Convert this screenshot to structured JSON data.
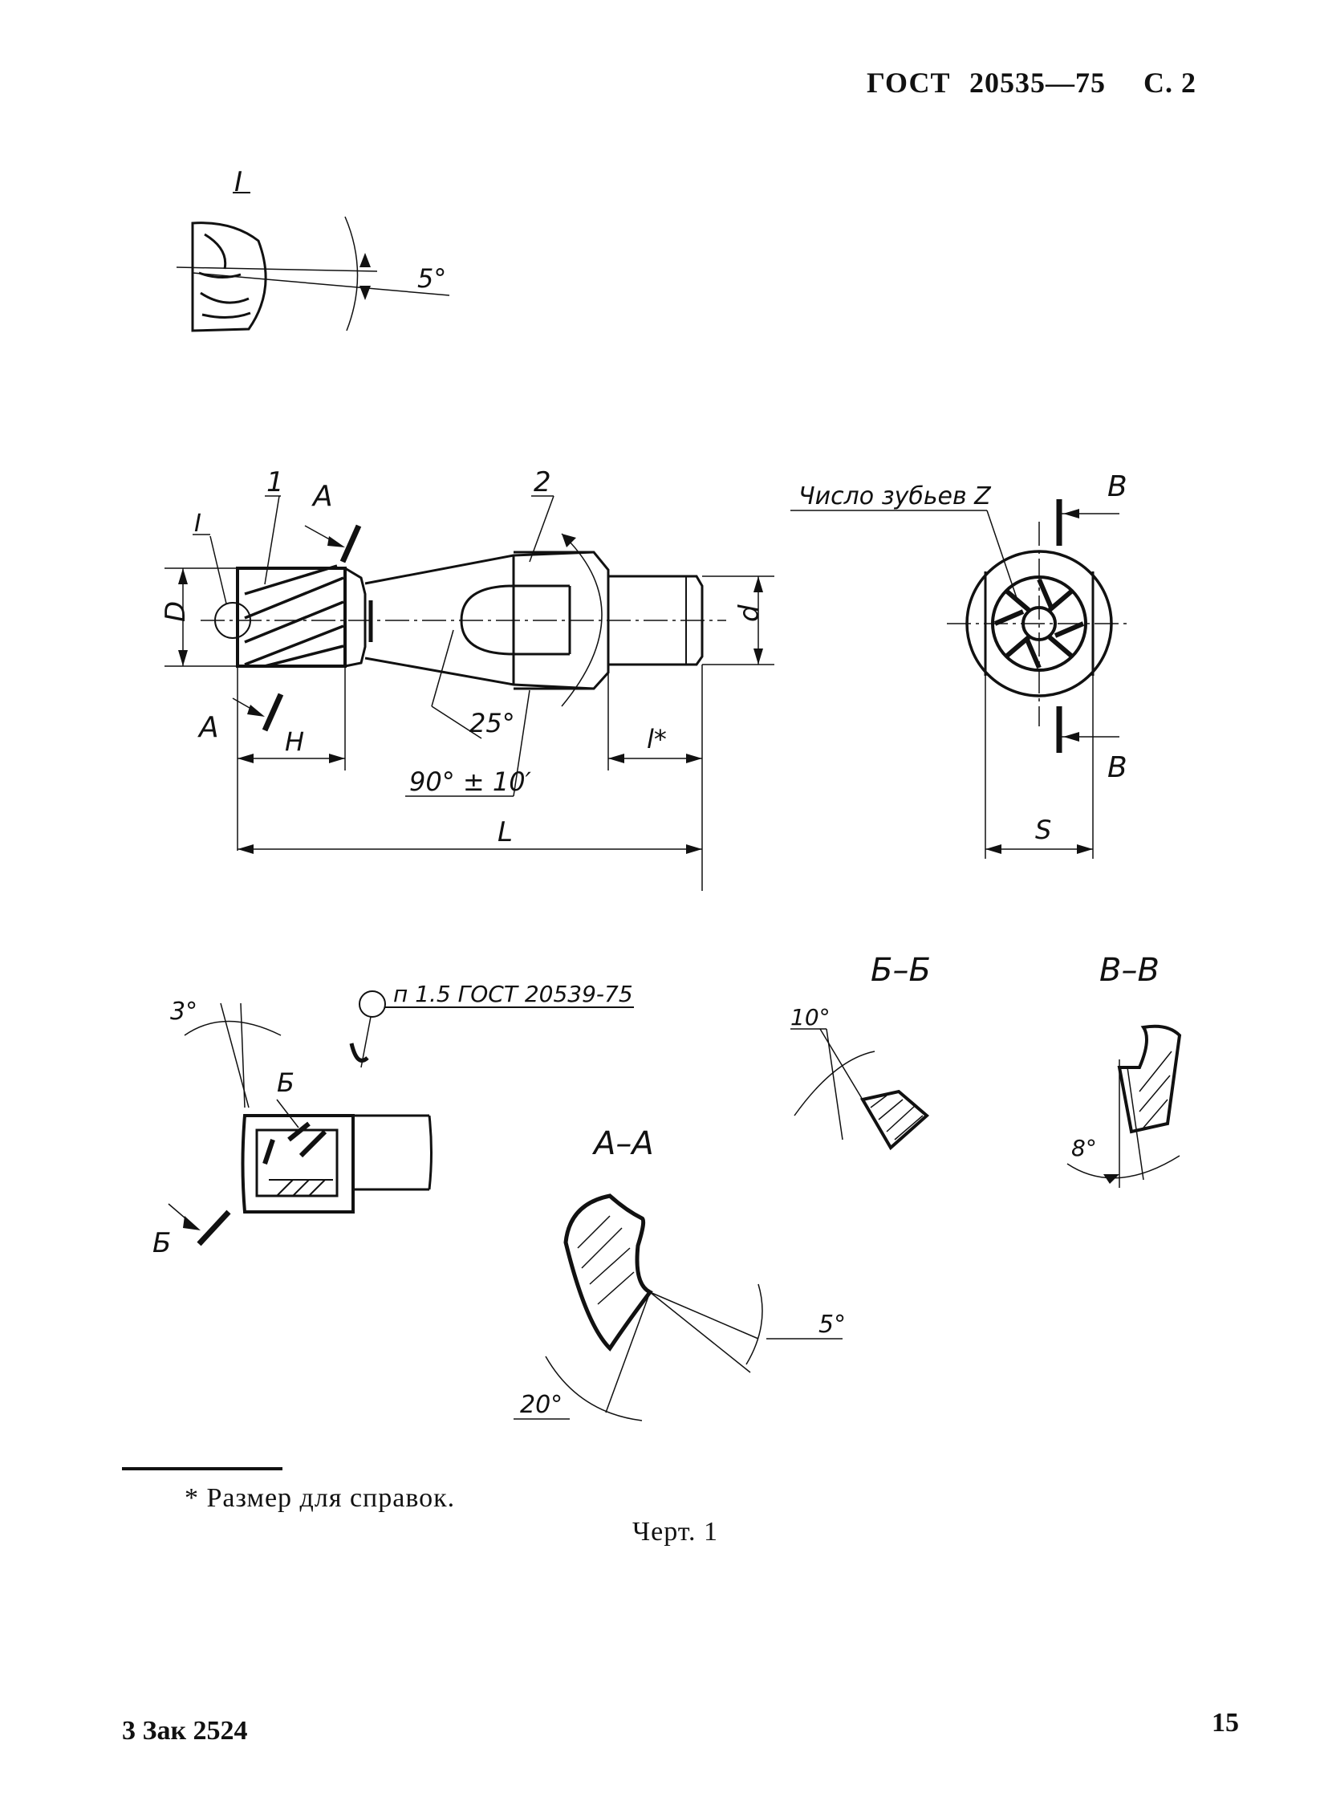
{
  "header": {
    "standard": "ГОСТ",
    "number": "20535—75",
    "page": "С. 2"
  },
  "drawing": {
    "detail_label": "I",
    "detail_angle": "5°",
    "views": {
      "main": {
        "callout_body": "1",
        "callout_shank": "2",
        "section_a": "A",
        "dim_D": "D",
        "dim_d": "d",
        "dim_H": "H",
        "dim_L": "L",
        "dim_l": "l*",
        "angle_25": "25°",
        "angle_90": "90° ± 10′"
      },
      "end": {
        "teeth_note": "Число зубьев Z",
        "section_v": "B",
        "dim_S": "S"
      },
      "left_bottom": {
        "angle_3": "3°",
        "ref_note": "п 1.5 ГОСТ 20539-75",
        "section_b": "Б"
      },
      "section_bb": {
        "title": "Б–Б",
        "angle": "10°"
      },
      "section_vv": {
        "title": "В–В",
        "angle": "8°"
      },
      "section_aa": {
        "title": "А–А",
        "angle_5": "5°",
        "angle_20": "20°"
      }
    }
  },
  "footnote": "* Размер для справок.",
  "caption": "Черт. 1",
  "footer": {
    "order": "3 Зак 2524",
    "page_number": "15"
  }
}
